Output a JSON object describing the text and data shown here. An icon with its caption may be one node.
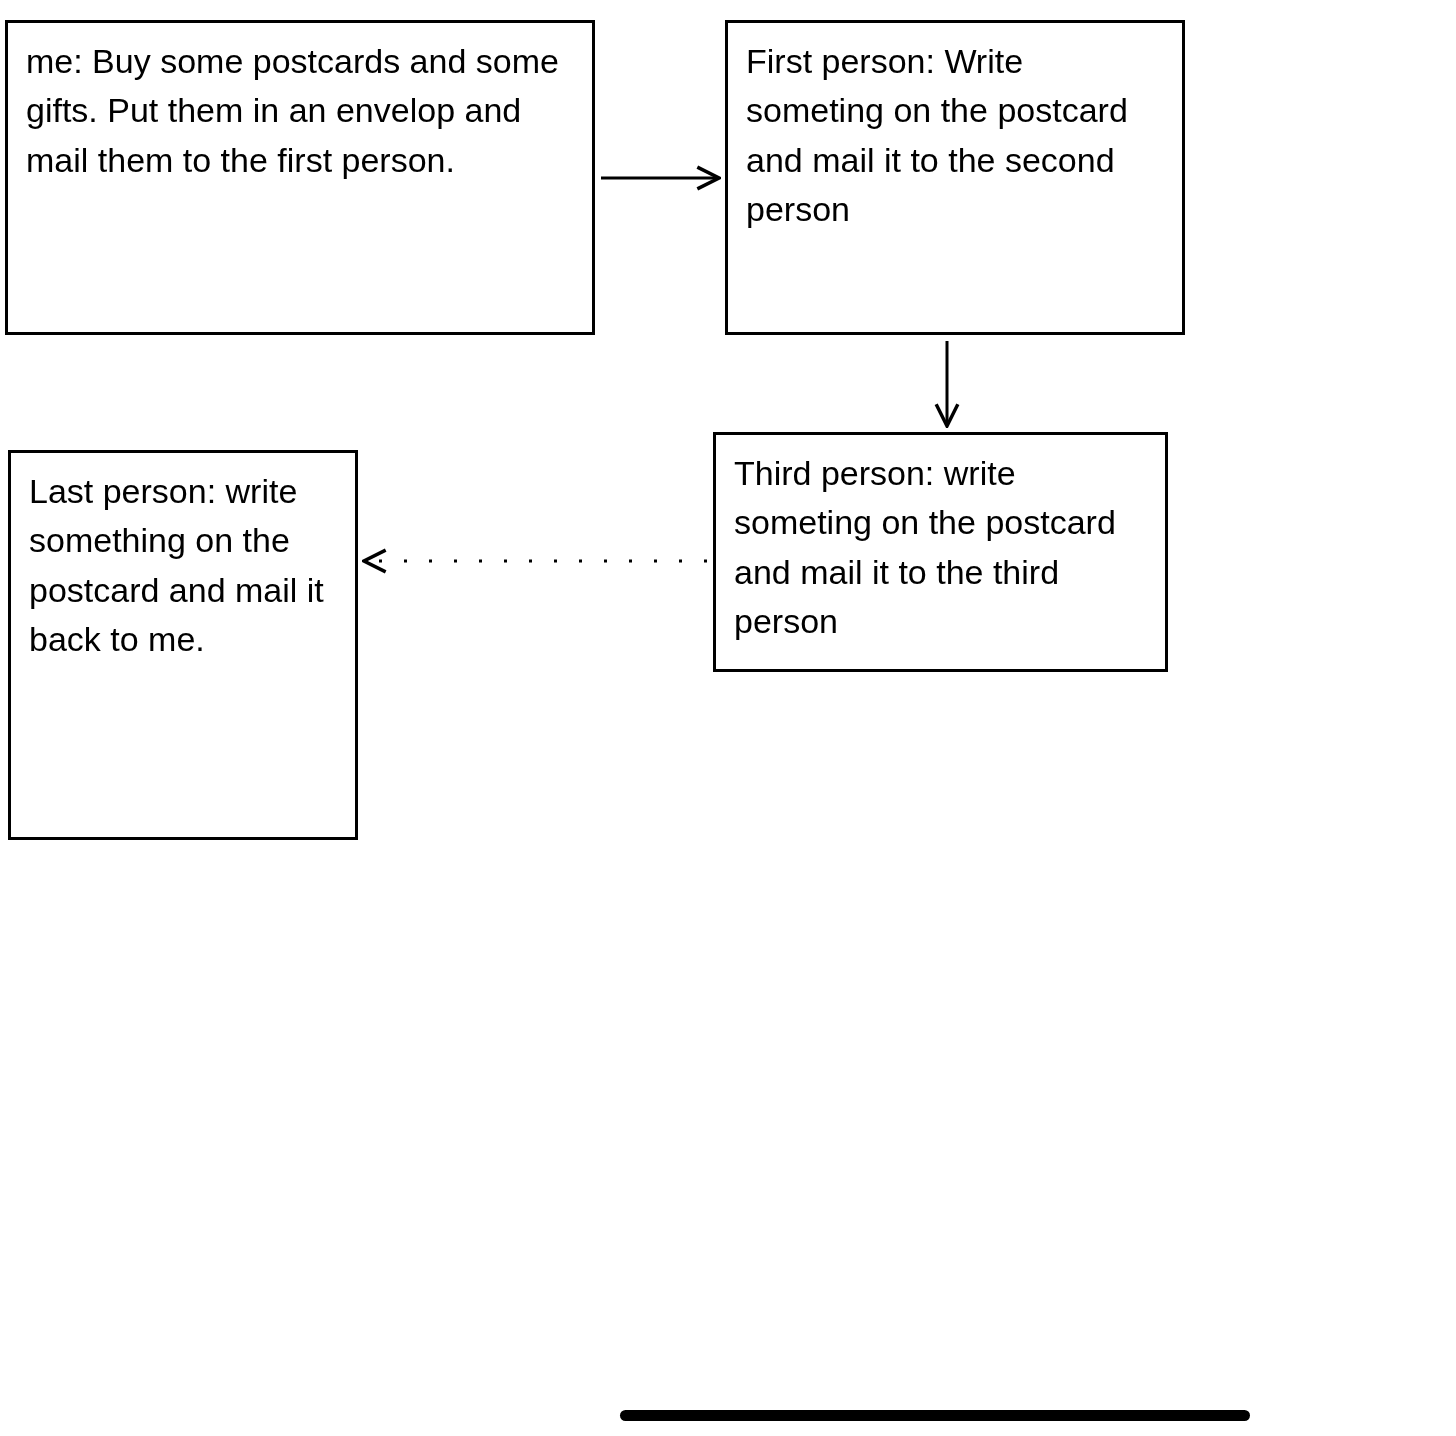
{
  "diagram": {
    "nodes": [
      {
        "text": [
          "me: Buy some postcards and some gifts. Put them in an envelop and mail them to the first person."
        ]
      },
      {
        "text": [
          "First person: Write someting on the postcard and mail it to the second person"
        ]
      },
      {
        "text": [
          "Third person: write someting on the postcard and mail it to the third person"
        ]
      },
      {
        "text": [
          "Last person: write something on the postcard and mail it back to me."
        ]
      }
    ],
    "edges": [
      {
        "from": 0,
        "to": 1,
        "arrow": "to"
      },
      {
        "from": 1,
        "to": 2,
        "arrow": "to"
      },
      {
        "from": 2,
        "to": 3,
        "arrow": "to",
        "style": "dashed"
      }
    ]
  }
}
